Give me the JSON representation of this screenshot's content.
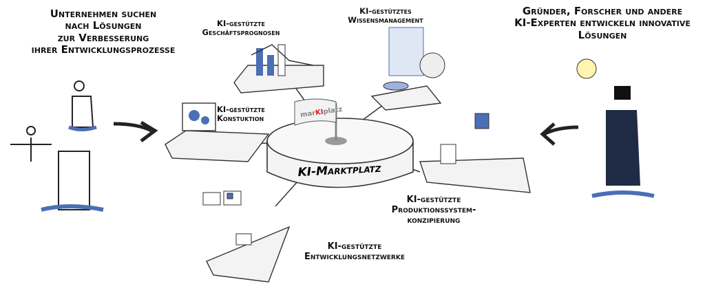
{
  "labels": {
    "companies": "Unternehmen suchen\nnach Lösungen\nzur Verbesserung\nihrer Entwicklungsprozesse",
    "experts": "Gründer, Forscher und andere\nKI-Experten entwickeln innovative\nLösungen",
    "forecasts": "KI-gestützte\nGeschäftsprognosen",
    "knowledge": "KI-gestütztes\nWissensmanagement",
    "construction": "KI-gestützte\nKonstuktion",
    "production": "KI-gestützte\nProduktionssystem-\nkonzipierung",
    "networks": "KI-gestützte\nEntwicklungsnetzwerke",
    "center": "KI-Marktplatz"
  },
  "logo": {
    "prefix": "mar",
    "accent": "KI",
    "suffix": "platz"
  },
  "colors": {
    "accent_blue": "#4a6fb5",
    "logo_red": "#d22222"
  }
}
